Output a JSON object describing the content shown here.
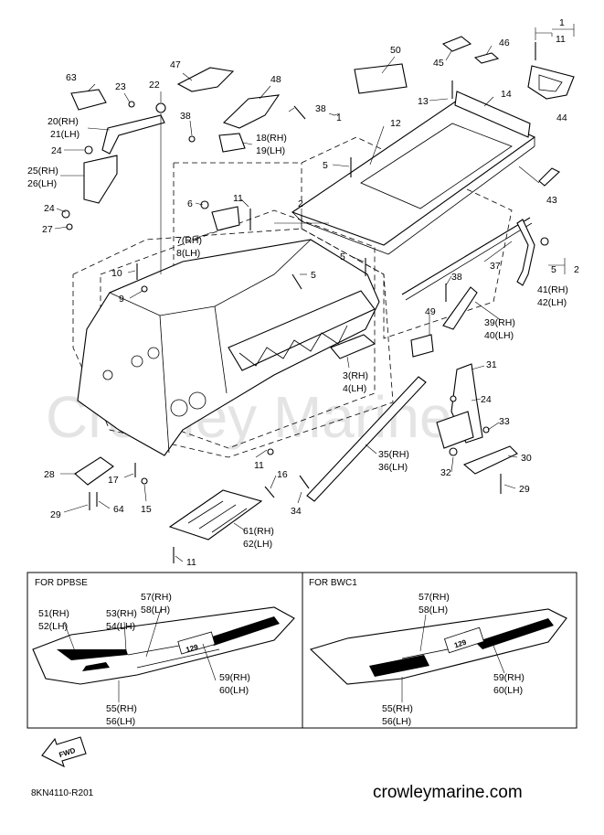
{
  "watermark": "Crowley Marine",
  "drawing_code": "8KN4110-R201",
  "website": "crowleymarine.com",
  "fwd_label": "FWD",
  "sections": [
    {
      "id": "dpbse",
      "title": "FOR DPBSE"
    },
    {
      "id": "bwc1",
      "title": "FOR BWC1"
    }
  ],
  "decal_text": "129",
  "callouts": {
    "c1": "1",
    "c11top": "11",
    "c44": "44",
    "c45": "45",
    "c46": "46",
    "c50": "50",
    "c13": "13",
    "c14": "14",
    "c12": "12",
    "c43": "43",
    "c63": "63",
    "c47": "47",
    "c48": "48",
    "c23": "23",
    "c22": "22",
    "c38a": "38",
    "c1b": "1",
    "c20": "20(RH)",
    "c21": "21(LH)",
    "c18": "18(RH)",
    "c19": "19(LH)",
    "c24a": "24",
    "c5a": "5",
    "c25": "25(RH)",
    "c26": "26(LH)",
    "c24b": "24",
    "c27": "27",
    "c6": "6",
    "c11a": "11",
    "c2": "2",
    "c7": "7(RH)",
    "c8": "8(LH)",
    "c5b": "5",
    "c41": "41(RH)",
    "c42": "42(LH)",
    "c5c": "5",
    "c5c2": "2",
    "c10": "10",
    "c5d": "5",
    "c37": "37",
    "c9": "9",
    "c38b": "38",
    "c49": "49",
    "c39": "39(RH)",
    "c40": "40(LH)",
    "c3": "3(RH)",
    "c4": "4(LH)",
    "c31": "31",
    "c24c": "24",
    "c33": "33",
    "c35": "35(RH)",
    "c36": "36(LH)",
    "c30": "30",
    "c32": "32",
    "c29a": "29",
    "c28": "28",
    "c17": "17",
    "c11b": "11",
    "c16": "16",
    "c29b": "29",
    "c64": "64",
    "c15": "15",
    "c34": "34",
    "c61": "61(RH)",
    "c62": "62(LH)",
    "c11c": "11",
    "d51": "51(RH)",
    "d52": "52(LH)",
    "d53": "53(RH)",
    "d54": "54(LH)",
    "d57": "57(RH)",
    "d58": "58(LH)",
    "d59": "59(RH)",
    "d60": "60(LH)",
    "d55": "55(RH)",
    "d56": "56(LH)",
    "b57": "57(RH)",
    "b58": "58(LH)",
    "b59": "59(RH)",
    "b60": "60(LH)",
    "b55": "55(RH)",
    "b56": "56(LH)"
  }
}
